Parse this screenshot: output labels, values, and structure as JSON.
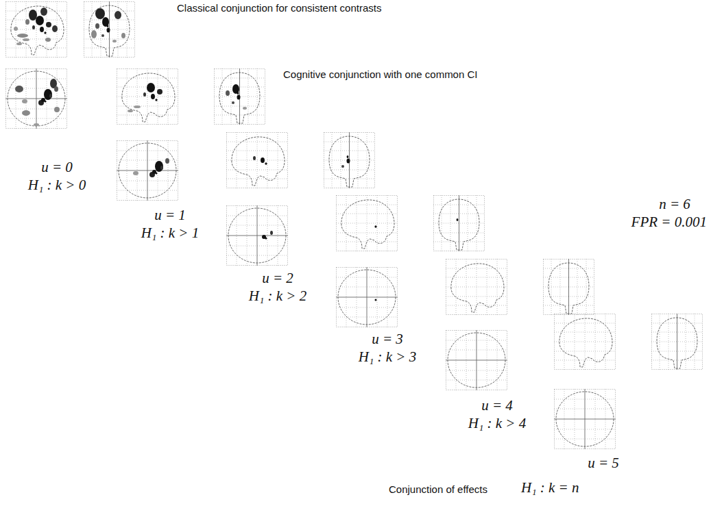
{
  "diagram": {
    "labels": [
      "Classical conjunction for consistent contrasts",
      "Cognitive conjunction with one common CI",
      "u = 0",
      "H₁ : k > 0",
      "u = 1",
      "H₁ : k > 1",
      "u = 2",
      "H₁ : k > 2",
      "u = 3",
      "H₁ : k > 3",
      "u = 4",
      "H₁ : k > 4",
      "u = 5",
      "n = 6",
      "FPR = 0.001",
      "Conjunction of effects",
      "H₁ : k = n"
    ]
  }
}
